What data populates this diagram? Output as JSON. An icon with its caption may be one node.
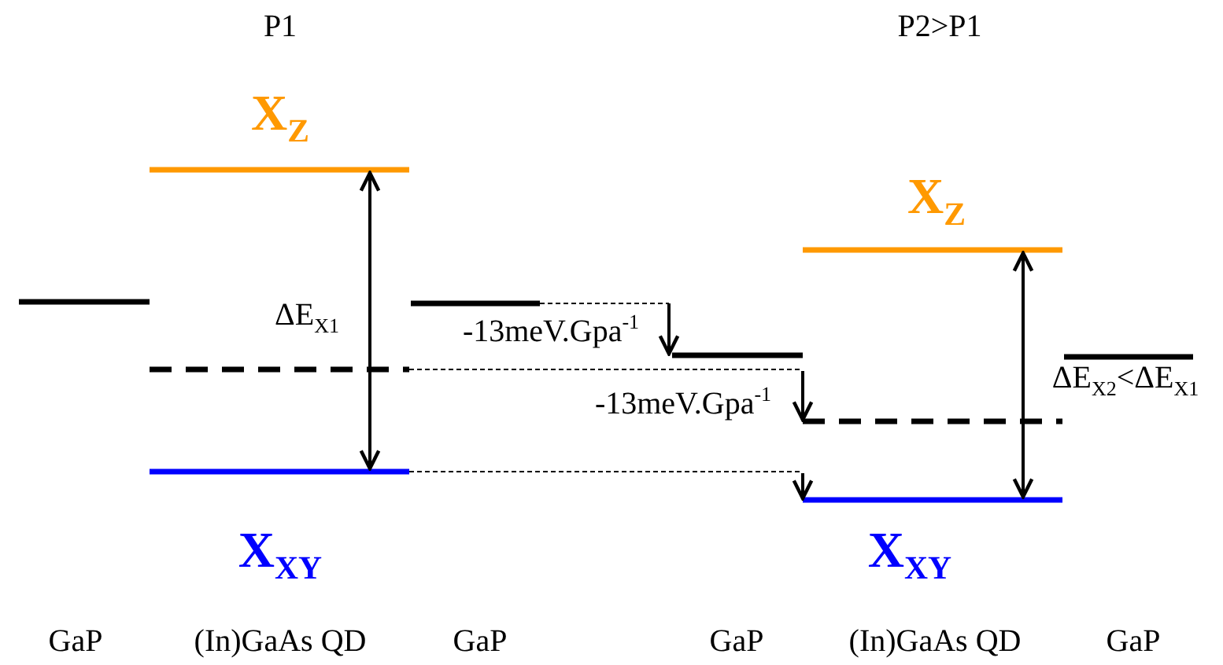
{
  "diagram": {
    "labels": [
      "P1",
      "P2>P1",
      "X$_{Z}$",
      "ΔE$_{X1}$",
      "-13meV.Gpa$^{-1}$",
      "-13meV.Gpa$^{-1}$",
      "X$_{XY}$",
      "X$_{Z}$",
      "ΔE$_{X2}$<ΔE$_{X1}$",
      "X$_{XY}$",
      "GaP",
      "(In)GaAs QD",
      "GaP",
      "GaP",
      "(In)GaAs QD",
      "GaP"
    ]
  }
}
